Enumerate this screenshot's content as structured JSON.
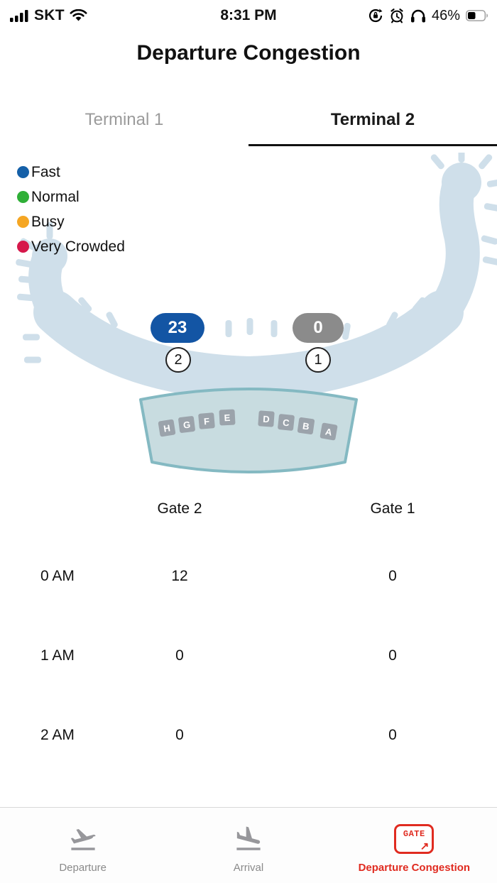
{
  "status_bar": {
    "carrier": "SKT",
    "time": "8:31 PM",
    "battery_percent": "46%"
  },
  "header": {
    "title": "Departure Congestion"
  },
  "tabs": [
    {
      "label": "Terminal 1",
      "active": false
    },
    {
      "label": "Terminal 2",
      "active": true
    }
  ],
  "legend": [
    {
      "label": "Fast",
      "color": "#1560a8"
    },
    {
      "label": "Normal",
      "color": "#2faf37"
    },
    {
      "label": "Busy",
      "color": "#f5a623"
    },
    {
      "label": "Very Crowded",
      "color": "#d6184b"
    }
  ],
  "map": {
    "badges": [
      {
        "value": "23",
        "gate_number": "2",
        "color": "#1355a4"
      },
      {
        "value": "0",
        "gate_number": "1",
        "color": "#8b8b8b"
      }
    ],
    "concourse_letters": [
      "H",
      "G",
      "F",
      "E",
      "D",
      "C",
      "B",
      "A"
    ]
  },
  "table": {
    "columns": [
      "Gate 2",
      "Gate 1"
    ],
    "rows": [
      {
        "time": "0 AM",
        "values": [
          "12",
          "0"
        ]
      },
      {
        "time": "1 AM",
        "values": [
          "0",
          "0"
        ]
      },
      {
        "time": "2 AM",
        "values": [
          "0",
          "0"
        ]
      }
    ]
  },
  "tab_bar": {
    "items": [
      {
        "label": "Departure"
      },
      {
        "label": "Arrival"
      },
      {
        "label": "Departure Congestion"
      }
    ],
    "gate_icon_text": "GATE",
    "gate_icon_arrow": "↗",
    "active_color": "#e02b20"
  }
}
